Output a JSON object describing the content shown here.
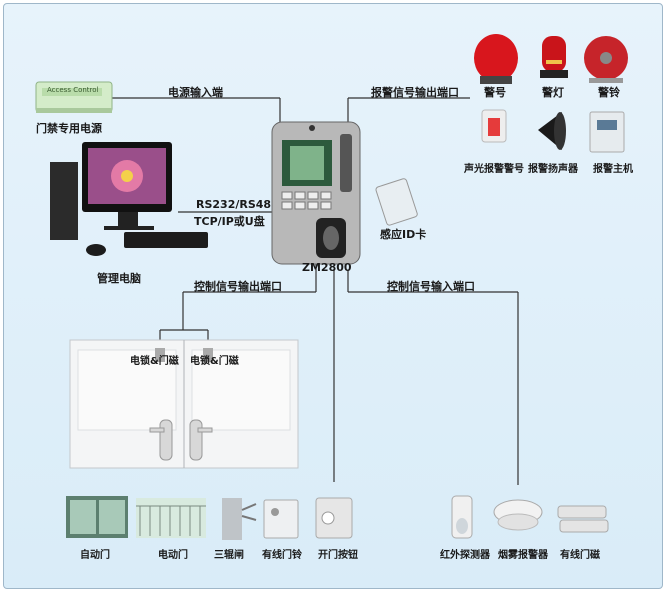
{
  "power": {
    "label": "门禁专用电源",
    "line_label": "电源输入端",
    "brand": "Access Control"
  },
  "pc": {
    "label": "管理电脑",
    "interface_line1": "RS232/RS485",
    "interface_line2": "TCP/IP或U盘"
  },
  "device": {
    "model": "ZM2800"
  },
  "card": {
    "label": "感应ID卡"
  },
  "alarm": {
    "line_label": "报警信号输出端口",
    "items": [
      "警号",
      "警灯",
      "警铃",
      "声光报警警号",
      "报警扬声器",
      "报警主机"
    ]
  },
  "control_out": {
    "line_label": "控制信号输出端口",
    "lock_labels": [
      "电锁&门磁",
      "电锁&门磁"
    ],
    "items": [
      "自动门",
      "电动门",
      "三辊闸",
      "有线门铃",
      "开门按钮"
    ]
  },
  "control_in": {
    "line_label": "控制信号输入端口",
    "items": [
      "红外探测器",
      "烟雾报警器",
      "有线门磁"
    ]
  }
}
